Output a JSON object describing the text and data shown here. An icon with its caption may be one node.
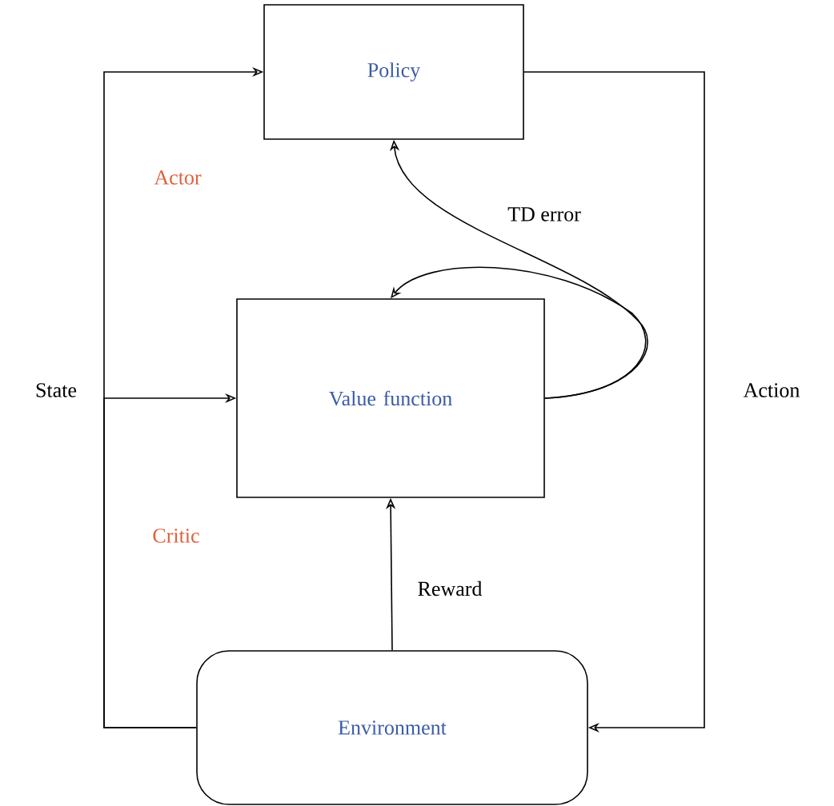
{
  "diagram": {
    "nodes": [
      {
        "text": [
          "Policy"
        ]
      },
      {
        "text": [
          "Value function"
        ]
      },
      {
        "text": [
          "Environment"
        ]
      }
    ],
    "edges": [
      {
        "from": 2,
        "to": 0,
        "arrow": "to",
        "label": "State"
      },
      {
        "from": 2,
        "to": 1,
        "arrow": "to"
      },
      {
        "from": 0,
        "to": 2,
        "arrow": "to",
        "label": "Action"
      },
      {
        "from": 2,
        "to": 1,
        "arrow": "to",
        "label": "Reward"
      },
      {
        "from": 1,
        "to": 0,
        "arrow": "to",
        "label": "TD error"
      },
      {
        "from": 1,
        "to": 1,
        "arrow": "to"
      }
    ],
    "labels": [
      "Actor",
      "Critic"
    ]
  }
}
